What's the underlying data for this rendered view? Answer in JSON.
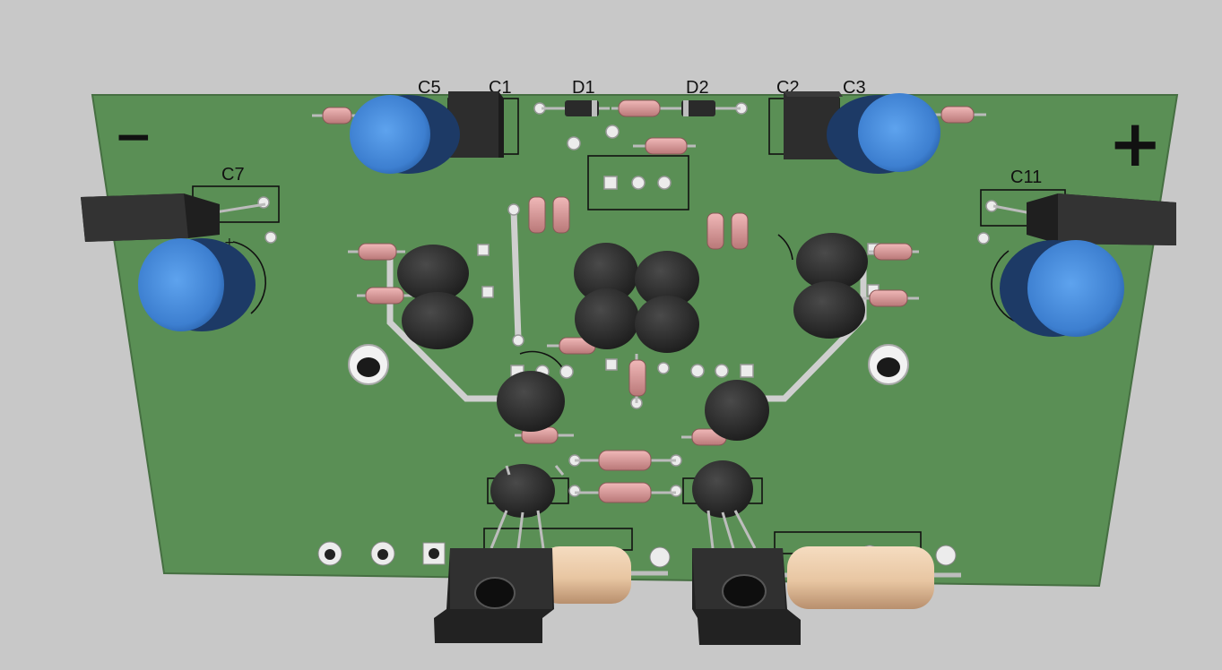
{
  "board": {
    "minus_sign": "−",
    "plus_sign": "+",
    "labels": {
      "c5": "C5",
      "c1": "C1",
      "d1": "D1",
      "d2": "D2",
      "c2": "C2",
      "c3": "C3",
      "c7": "C7",
      "c11": "C11"
    },
    "cap_polarity": "+"
  },
  "colors": {
    "background": "#c8c8c8",
    "pcb": "#5a8f55",
    "cap_blue": "#4a8fdc",
    "cap_dark": "#1d3a66",
    "component_black": "#2a2a2a",
    "resistor_pink": "#d99a9a",
    "resistor_large": "#e9c9a6",
    "pad": "#e6e6e6",
    "trace": "#d0d0d0"
  }
}
